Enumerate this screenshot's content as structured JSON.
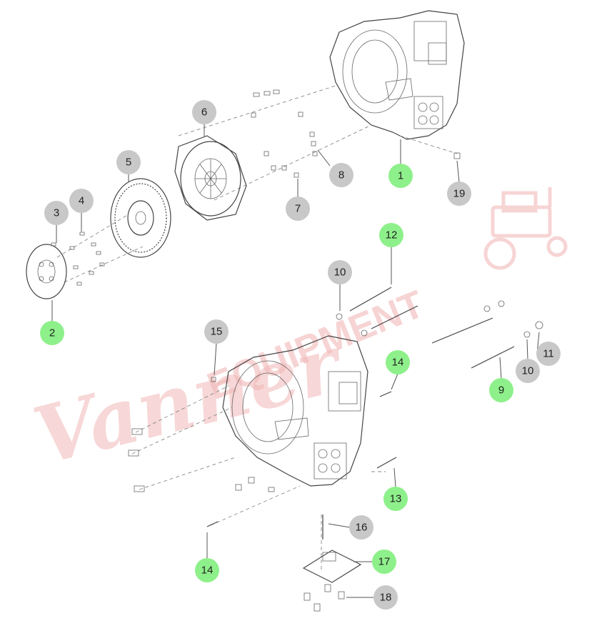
{
  "watermark": {
    "script_text": "Vanner",
    "block_text": "EQUIPMENT"
  },
  "colors": {
    "highlight_callout": "#8ef08a",
    "standard_callout": "#c8c8c8",
    "watermark": "#f2b8b8"
  },
  "callouts": [
    {
      "id": "c1",
      "label": "1",
      "highlight": true
    },
    {
      "id": "c2",
      "label": "2",
      "highlight": true
    },
    {
      "id": "c3",
      "label": "3",
      "highlight": false
    },
    {
      "id": "c4",
      "label": "4",
      "highlight": false
    },
    {
      "id": "c5",
      "label": "5",
      "highlight": false
    },
    {
      "id": "c6",
      "label": "6",
      "highlight": false
    },
    {
      "id": "c7",
      "label": "7",
      "highlight": false
    },
    {
      "id": "c8",
      "label": "8",
      "highlight": false
    },
    {
      "id": "c9",
      "label": "9",
      "highlight": true
    },
    {
      "id": "c10a",
      "label": "10",
      "highlight": false
    },
    {
      "id": "c10b",
      "label": "10",
      "highlight": false
    },
    {
      "id": "c11",
      "label": "11",
      "highlight": false
    },
    {
      "id": "c12",
      "label": "12",
      "highlight": true
    },
    {
      "id": "c13",
      "label": "13",
      "highlight": true
    },
    {
      "id": "c14a",
      "label": "14",
      "highlight": true
    },
    {
      "id": "c14b",
      "label": "14",
      "highlight": true
    },
    {
      "id": "c15",
      "label": "15",
      "highlight": false
    },
    {
      "id": "c16",
      "label": "16",
      "highlight": false
    },
    {
      "id": "c17",
      "label": "17",
      "highlight": true
    },
    {
      "id": "c18",
      "label": "18",
      "highlight": false
    },
    {
      "id": "c19",
      "label": "19",
      "highlight": false
    }
  ]
}
